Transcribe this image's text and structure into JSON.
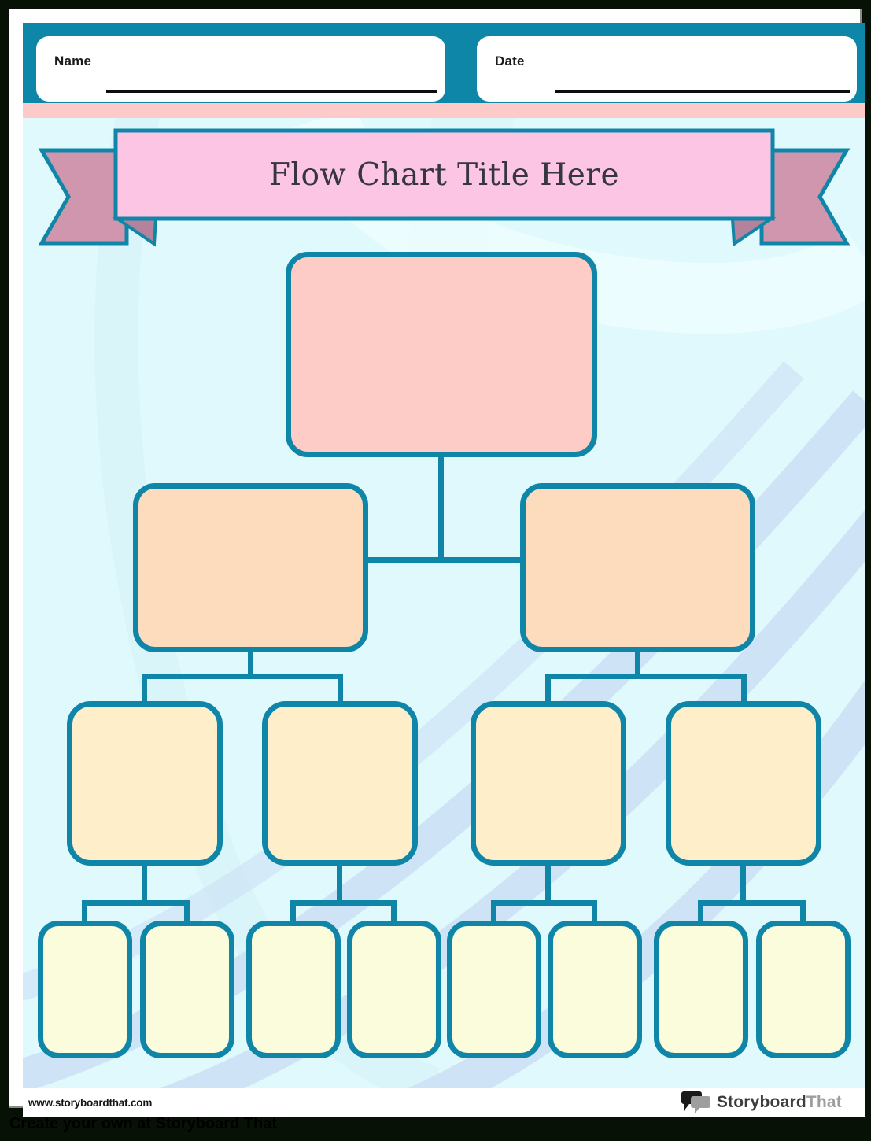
{
  "page": {
    "header": {
      "name_label": "Name",
      "date_label": "Date"
    },
    "banner": {
      "title": "Flow Chart Title Here"
    },
    "footer": {
      "url": "www.storyboardthat.com",
      "logo": {
        "part1": "Storyboard",
        "part2": "That"
      }
    },
    "bottom_bar": {
      "text": "Create your own at Storyboard That"
    }
  },
  "flowchart": {
    "description": "Blank flow chart template with 4 levels of empty boxes connected by lines",
    "levels": [
      {
        "level": 1,
        "box_count": 1,
        "fill": "#fdccc7"
      },
      {
        "level": 2,
        "box_count": 2,
        "fill": "#fddcbe"
      },
      {
        "level": 3,
        "box_count": 4,
        "fill": "#feefca"
      },
      {
        "level": 4,
        "box_count": 8,
        "fill": "#fafcdc"
      }
    ]
  },
  "colors": {
    "teal": "#0f86a8",
    "outer_border": "#081106",
    "pink_strip": "#fccbc9",
    "banner_pink": "#fdc5e4",
    "ribbon_mauve": "#d096ae",
    "ribbon_fold": "#b5829d",
    "canvas_background": "#e0f9fc",
    "wave_blue": "#cbdff5"
  }
}
